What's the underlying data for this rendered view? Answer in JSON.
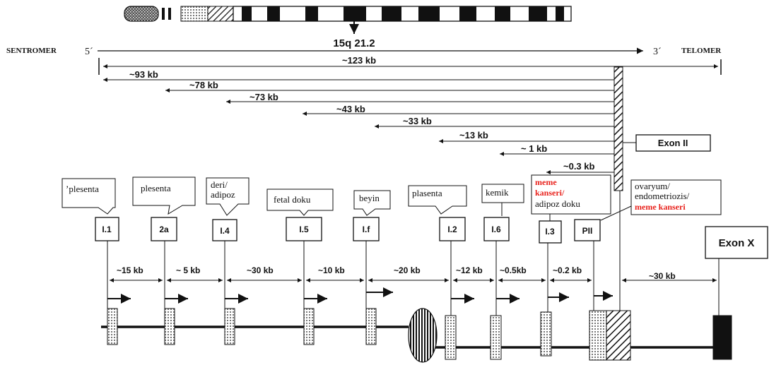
{
  "chromosome": {
    "band": "15q 21.2",
    "left_end": "SENTROMER",
    "right_end": "TELOMER",
    "five_prime": "5´",
    "three_prime": "3´"
  },
  "distances": [
    "~123 kb",
    "~93 kb",
    "~78 kb",
    "~73 kb",
    "~43 kb",
    "~33 kb",
    "~13 kb",
    "~ 1 kb",
    "~0.3 kb"
  ],
  "exon_ii": "Exon  II",
  "exon_x": "Exon X",
  "promoters": [
    "I.1",
    "2a",
    "I.4",
    "I.5",
    "I.f",
    "I.2",
    "I.6",
    "I.3",
    "PII"
  ],
  "tissues": {
    "i1": "ʼplesenta",
    "i2a": "plesenta",
    "i4_line1": "deri/",
    "i4_line2": "adipoz",
    "i5": "fetal doku",
    "if": "beyin",
    "i2": "plasenta",
    "i6": "kemik",
    "i3_line1": "meme",
    "i3_line2": "kanseri/",
    "i3_line3": "adipoz doku",
    "pii_line1": "ovaryum/",
    "pii_line2": "endometriozis/",
    "pii_line3": "meme kanseri"
  },
  "spacings": [
    "~15 kb",
    "~ 5 kb",
    "~30 kb",
    "~10 kb",
    "~20 kb",
    "~12 kb",
    "~0.5kb",
    "~0.2 kb",
    "~30 kb"
  ],
  "colors": {
    "highlight": "#e8221c",
    "ink": "#111111"
  }
}
